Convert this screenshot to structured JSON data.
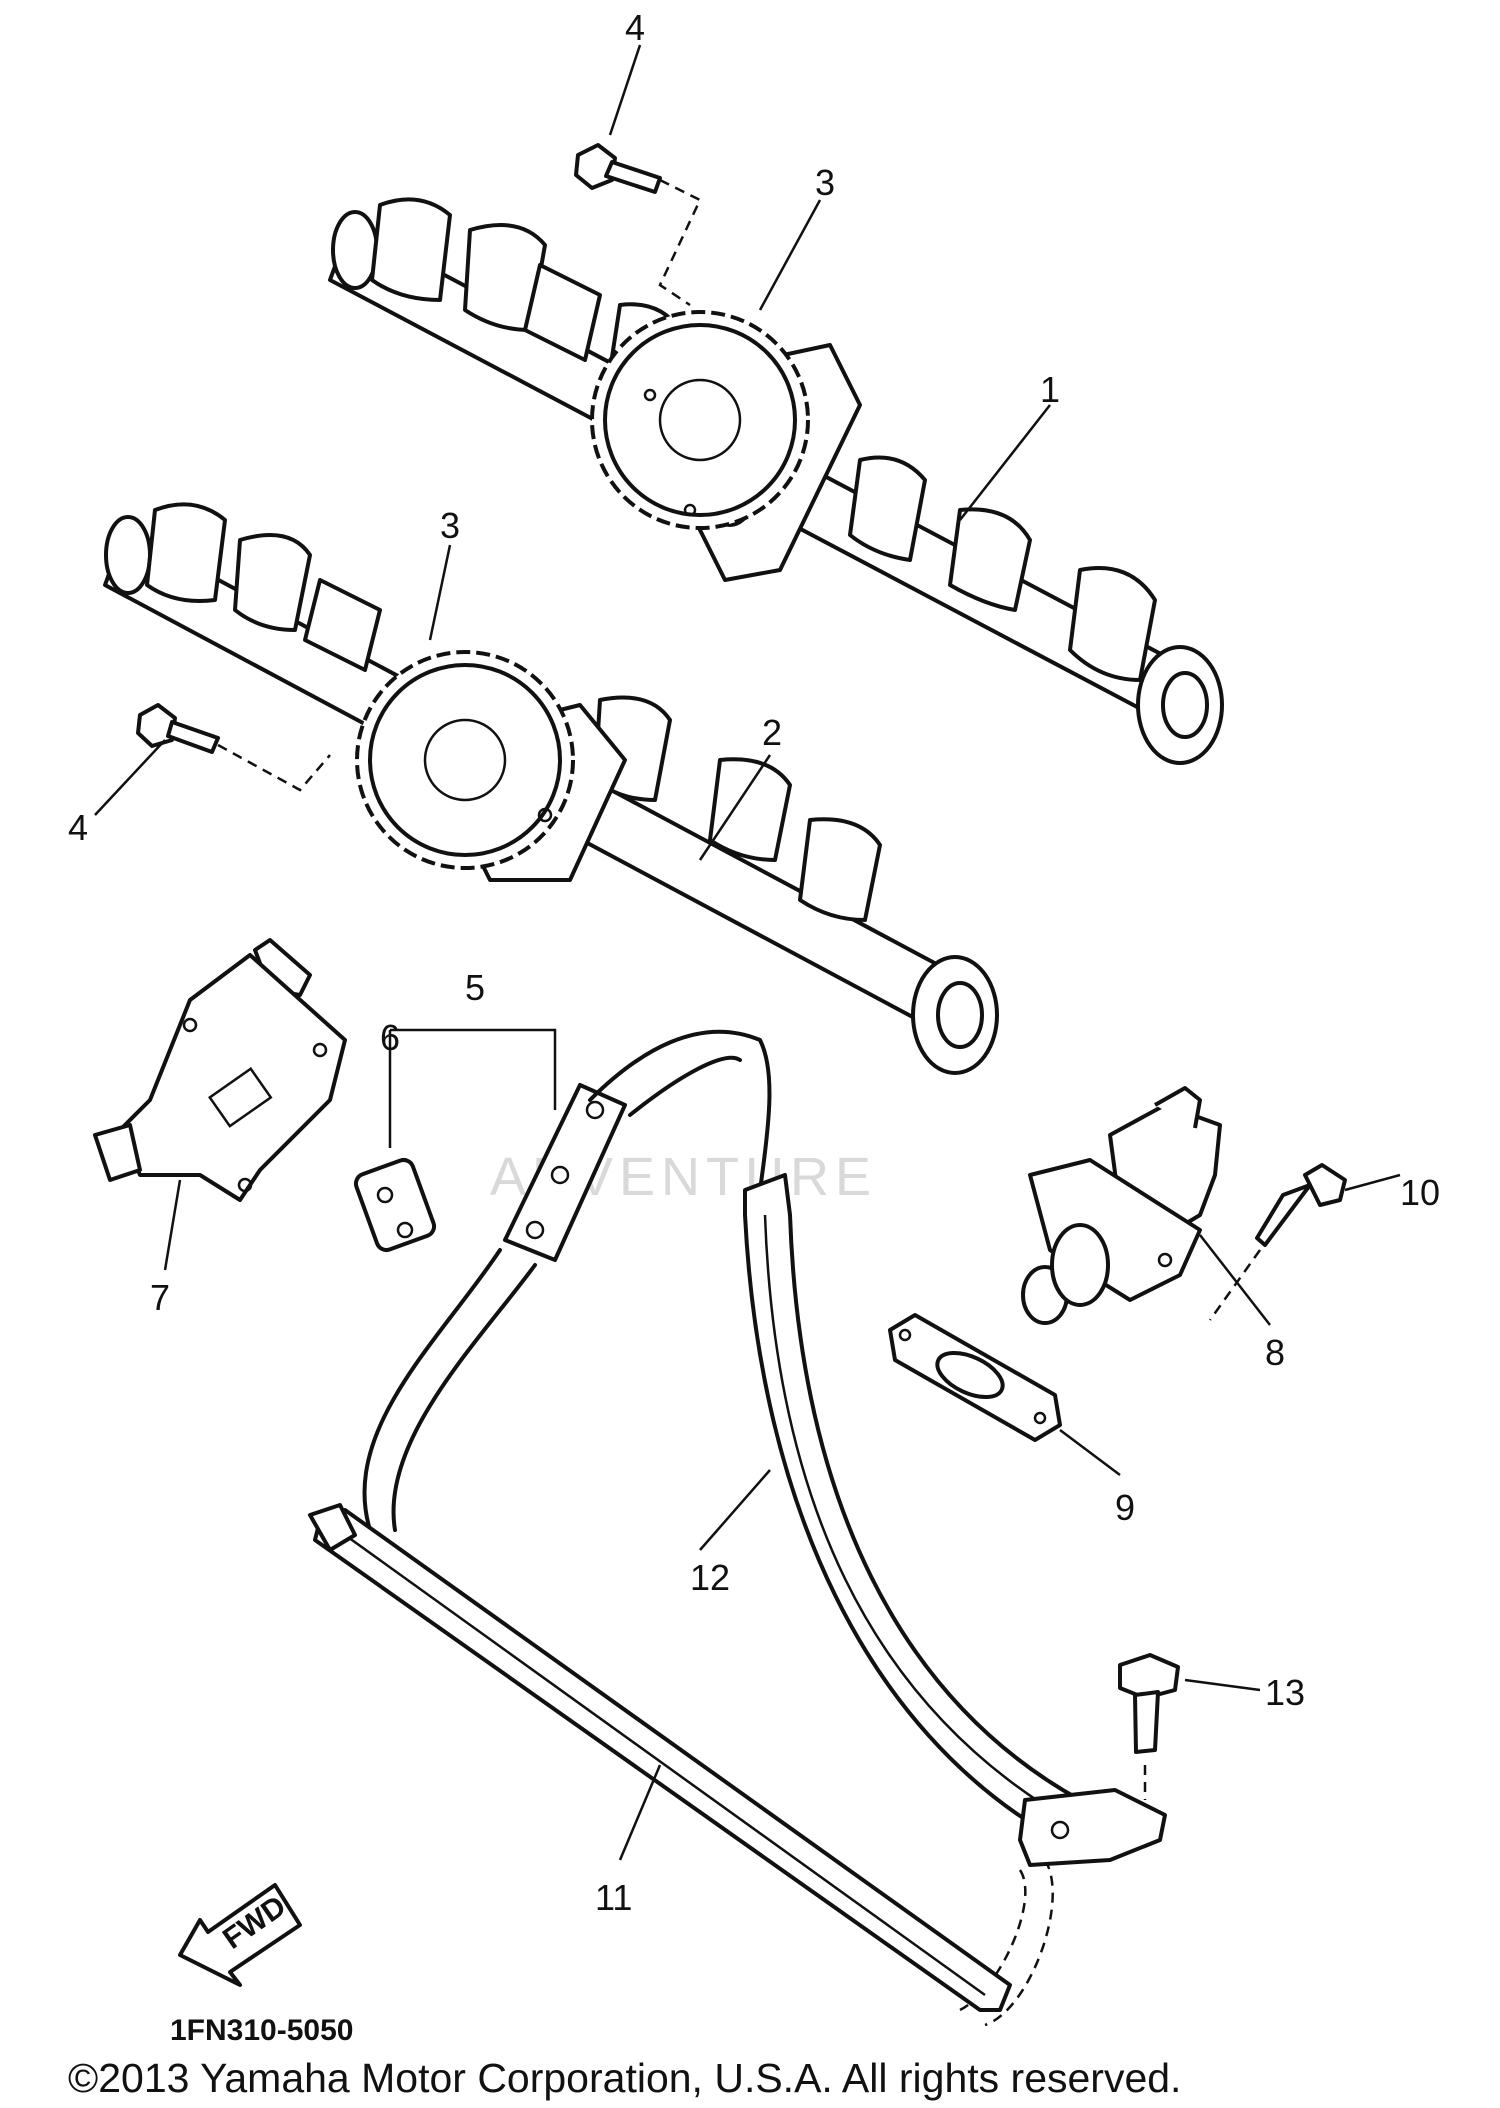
{
  "diagram": {
    "callouts": [
      "4",
      "3",
      "1",
      "3",
      "2",
      "4",
      "5",
      "6",
      "7",
      "10",
      "8",
      "9",
      "12",
      "13",
      "11"
    ],
    "fwd_label": "FWD",
    "part_code": "1FN310-5050",
    "watermark": "ADVENTURE"
  },
  "footer": {
    "copyright": "©2013 Yamaha Motor Corporation, U.S.A. All rights reserved."
  },
  "colors": {
    "ink": "#111111",
    "background": "#ffffff",
    "watermark": "#d9d9d9"
  }
}
